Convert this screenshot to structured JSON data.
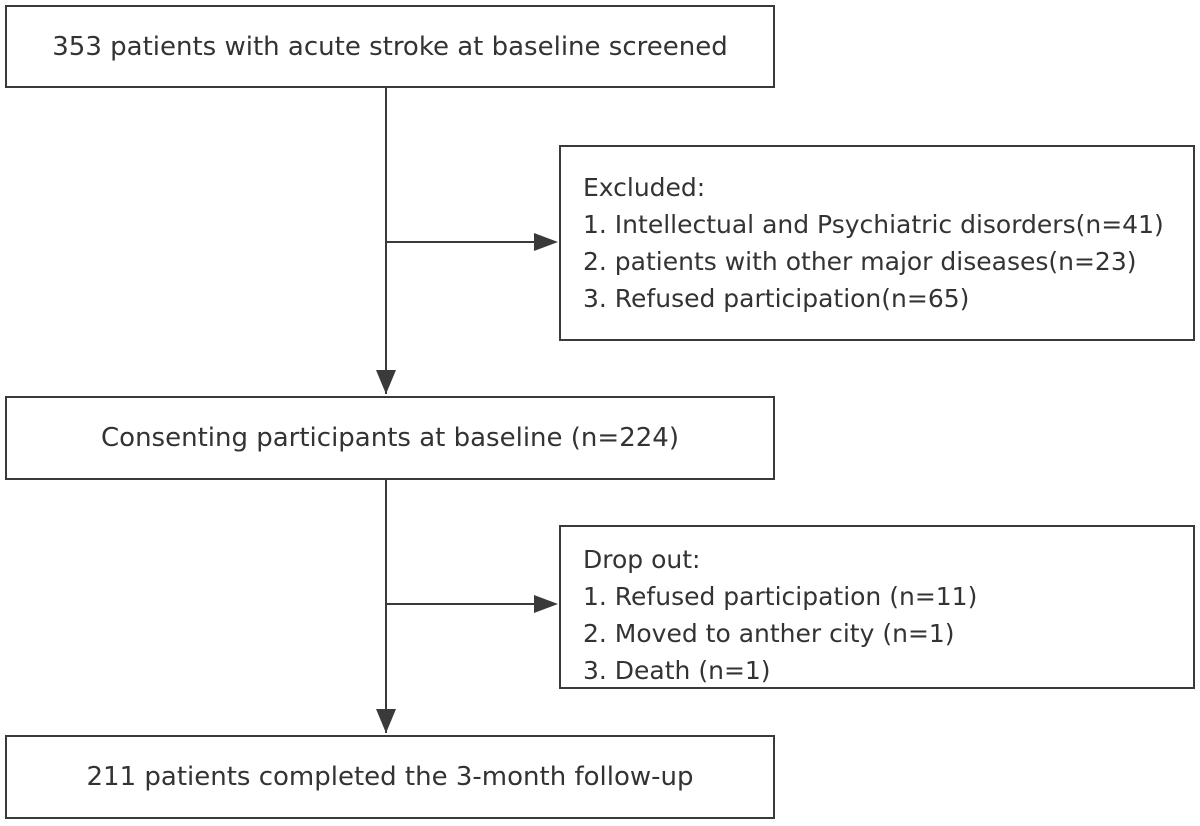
{
  "flow": {
    "screened": "353 patients with acute stroke at baseline screened",
    "excluded": {
      "title": "Excluded:",
      "items": [
        "1. Intellectual and Psychiatric disorders(n=41)",
        "2. patients with other major diseases(n=23)",
        "3. Refused participation(n=65)"
      ]
    },
    "consenting": "Consenting participants at baseline (n=224)",
    "dropout": {
      "title": "Drop out:",
      "items": [
        "1. Refused participation (n=11)",
        "2. Moved to anther city (n=1)",
        "3. Death (n=1)"
      ]
    },
    "completed": "211 patients completed the 3-month follow-up"
  },
  "colors": {
    "stroke": "#3a3a3a",
    "text": "#333333",
    "background": "#ffffff"
  }
}
